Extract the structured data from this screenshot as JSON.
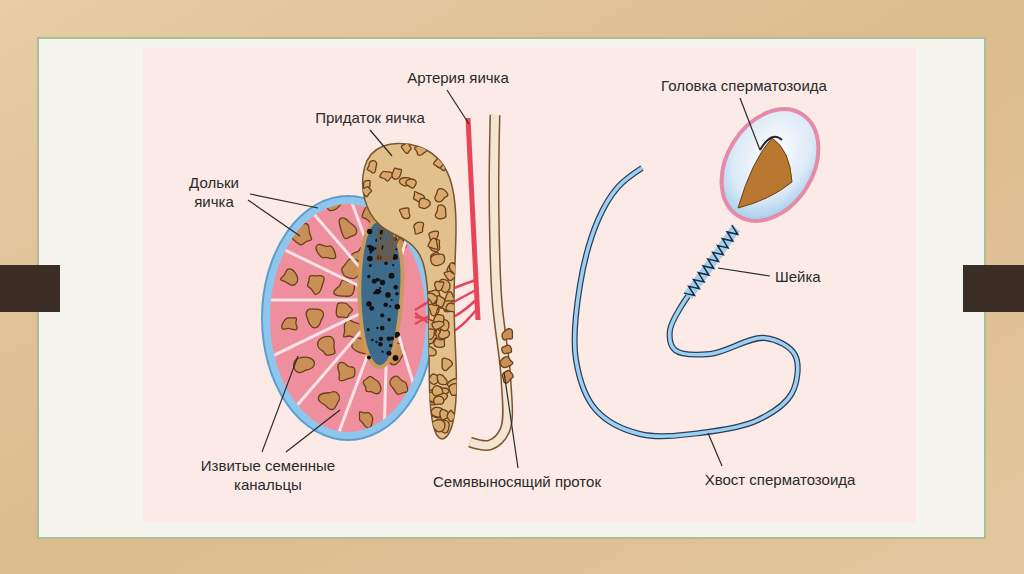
{
  "diagram": {
    "labels": [
      "Артерия яичка",
      "Головка сперматозоида",
      "Придаток яичка",
      "Дольки яичка",
      "Шейка",
      "Извитые семенные канальцы",
      "Семявыносящий проток",
      "Хвост сперматозоида"
    ]
  }
}
